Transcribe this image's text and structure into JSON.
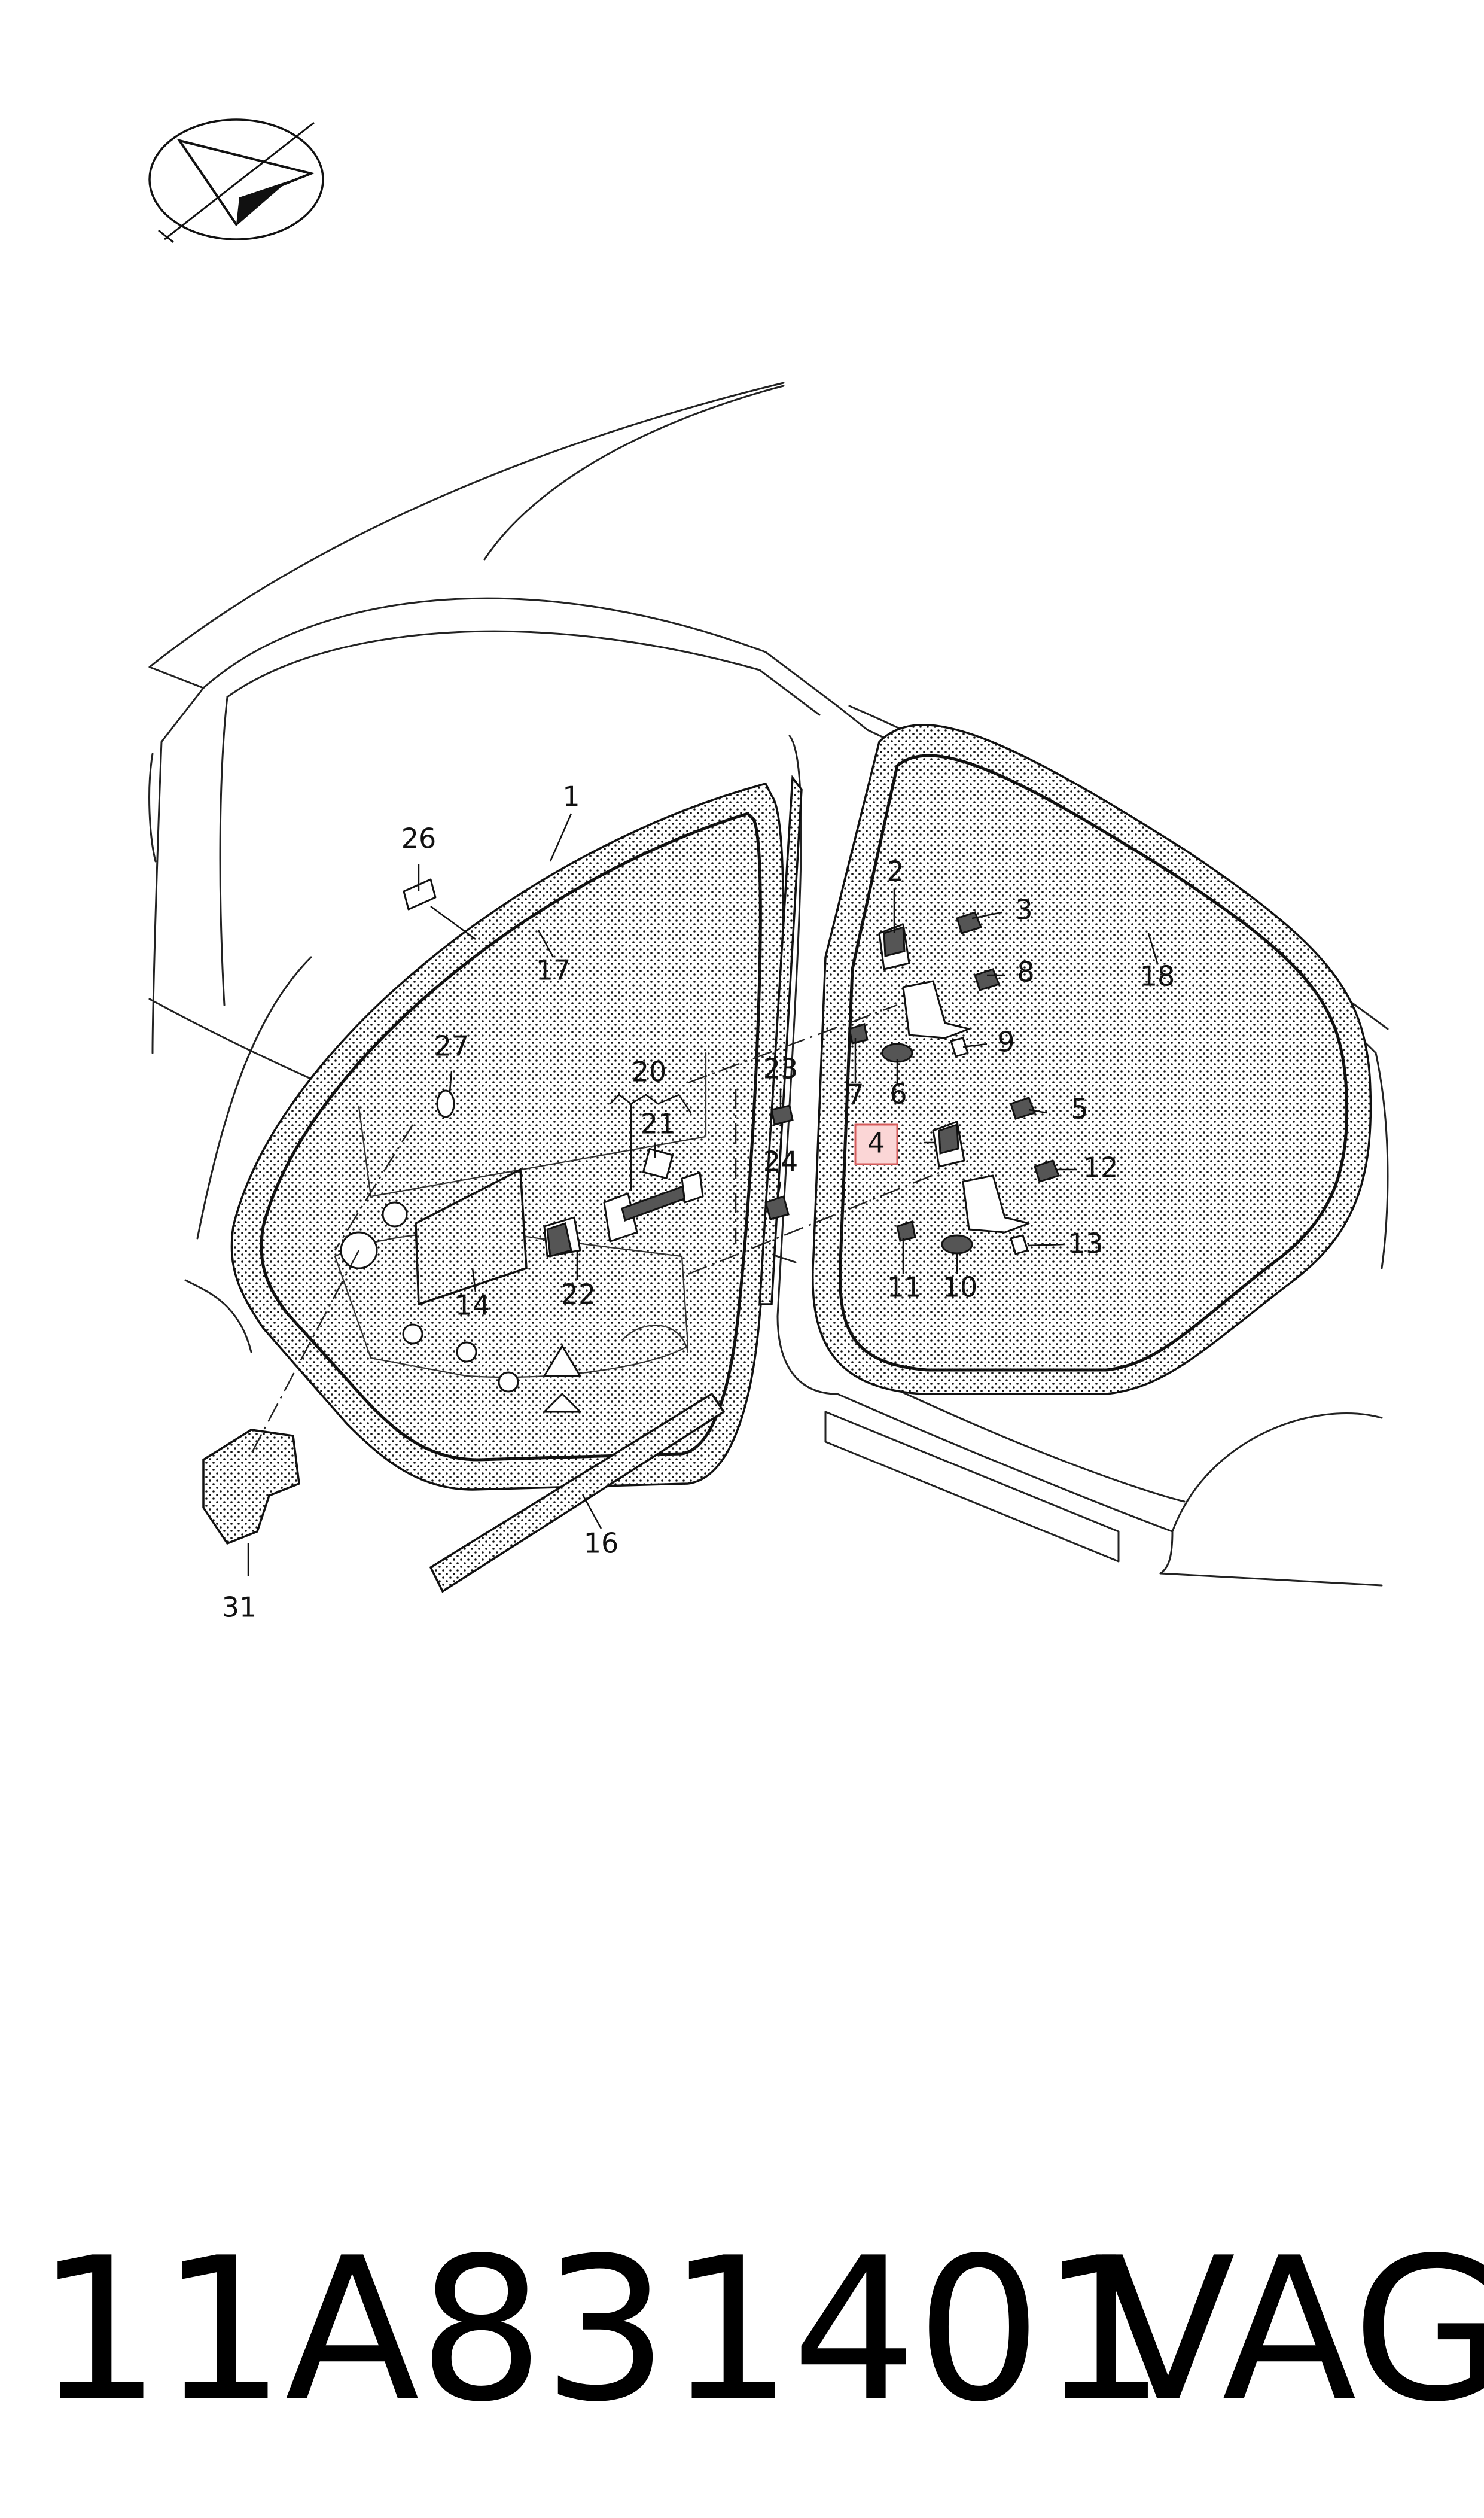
{
  "diagram": {
    "callouts": [
      {
        "label": "1"
      },
      {
        "label": "2"
      },
      {
        "label": "3"
      },
      {
        "label": "4",
        "highlighted": true
      },
      {
        "label": "5"
      },
      {
        "label": "6"
      },
      {
        "label": "7"
      },
      {
        "label": "8"
      },
      {
        "label": "9"
      },
      {
        "label": "10"
      },
      {
        "label": "11"
      },
      {
        "label": "12"
      },
      {
        "label": "13"
      },
      {
        "label": "14"
      },
      {
        "label": "16"
      },
      {
        "label": "17"
      },
      {
        "label": "18"
      },
      {
        "label": "20"
      },
      {
        "label": "21"
      },
      {
        "label": "22"
      },
      {
        "label": "23"
      },
      {
        "label": "24"
      },
      {
        "label": "26"
      },
      {
        "label": "27"
      },
      {
        "label": "31"
      }
    ],
    "highlight_color": "#fbd6d6",
    "compass_icon": "direction-arrow-icon"
  },
  "footer": {
    "part_number": "11A831401",
    "brand": "VAG"
  }
}
